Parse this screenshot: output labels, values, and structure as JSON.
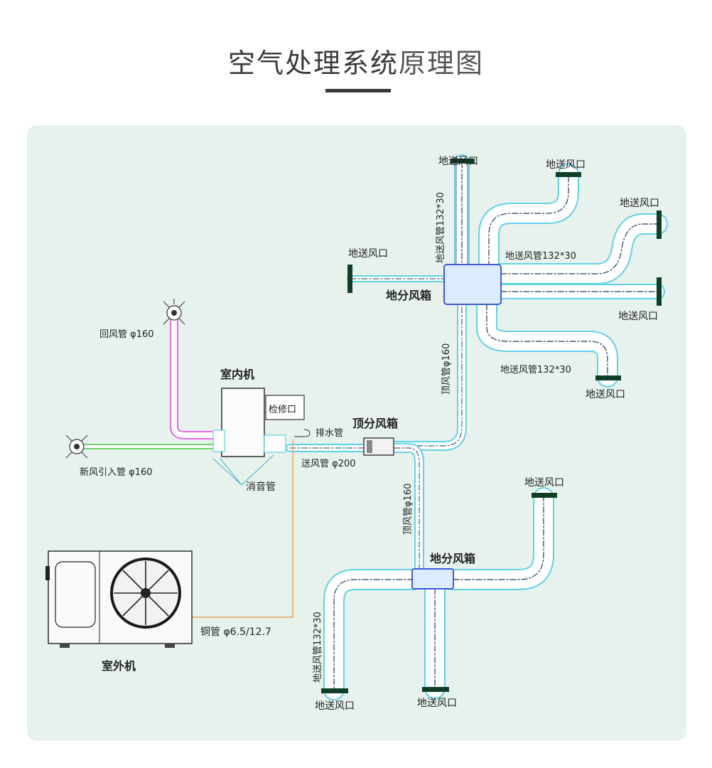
{
  "title": {
    "main": "空气处理系统",
    "accent": "原理图"
  },
  "colors": {
    "duct_outer": "#5fd3e6",
    "duct_inner": "#1e3a5c",
    "return_duct": "#e46be8",
    "fresh_duct": "#6ed46b",
    "copper_pipe": "#e3a35a",
    "panel_bg": "#e7f2ed",
    "box_blue": "#3d5bd9"
  },
  "labels": {
    "indoor_unit": "室内机",
    "service_port": "检修口",
    "outdoor_unit": "室外机",
    "return_duct": "回风管 φ160",
    "fresh_air_duct": "新风引入管 φ160",
    "muffler": "消音管",
    "drain_pipe": "排水管",
    "supply_duct": "送风管 φ200",
    "copper_pipe": "铜管 φ6.5/12.7",
    "top_box": "顶分风箱",
    "floor_box_upper": "地分风箱",
    "floor_box_lower": "地分风箱",
    "top_duct_upper": "顶风管φ160",
    "top_duct_lower": "顶风管φ160",
    "floor_duct_v1": "地送风管132*30",
    "floor_duct_h1": "地送风管132*30",
    "floor_duct_h2": "地送风管132*30",
    "floor_duct_v2": "地送风管132*30",
    "outlets": [
      "地送风口",
      "地送风口",
      "地送风口",
      "地送风口",
      "地送风口",
      "地送风口",
      "地送风口",
      "地送风口",
      "地送风口"
    ]
  }
}
